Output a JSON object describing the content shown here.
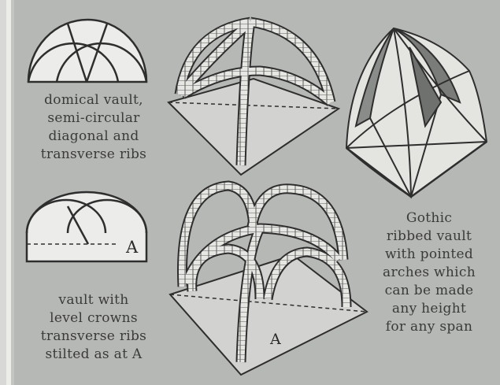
{
  "captions": {
    "domical": "domical vault,\nsemi-circular\ndiagonal and\ntransverse ribs",
    "level": "vault with\nlevel crowns\ntransverse ribs\nstilted as at A",
    "gothic": "Gothic\nribbed vault\nwith pointed\narches which\ncan be made\nany height\nfor any span"
  },
  "labels": {
    "stilt_marker": "A",
    "stilt_marker_vault": "A"
  },
  "colors": {
    "background": "#b6b8b5",
    "paper": "#ececea",
    "ink": "#2e2e2e",
    "shade": "#6f716e"
  }
}
